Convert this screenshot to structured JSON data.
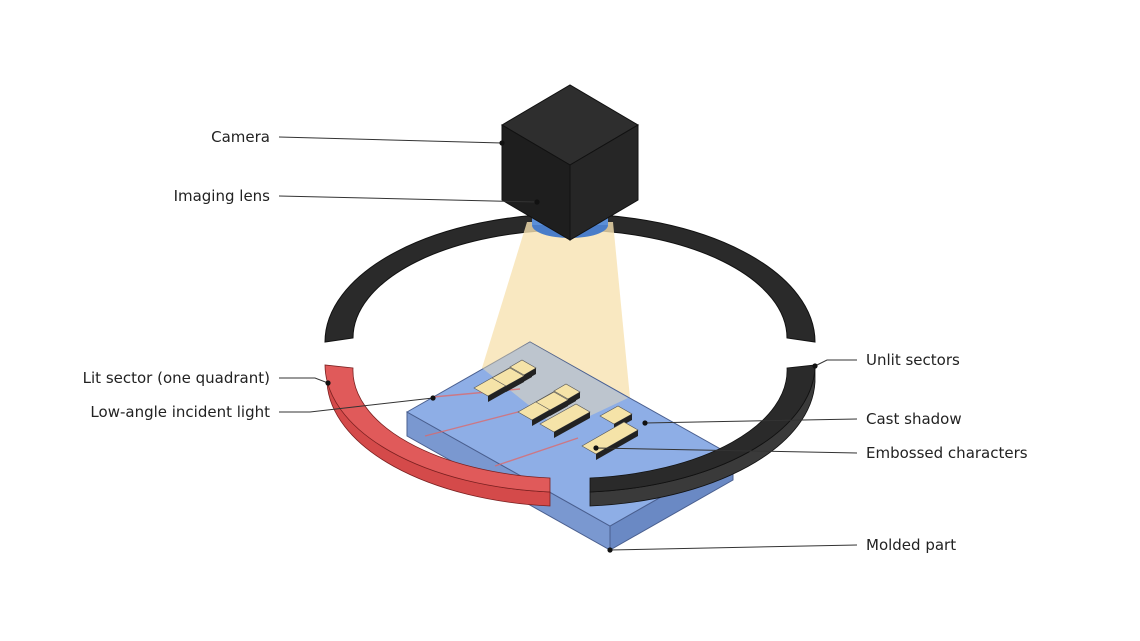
{
  "labels": {
    "camera": "Camera",
    "imaging_lens": "Imaging lens",
    "lit_sector": "Lit sector (one quadrant)",
    "incident_light": "Low-angle incident light",
    "unlit_sectors": "Unlit sectors",
    "cast_shadow": "Cast shadow",
    "embossed_characters": "Embossed characters",
    "molded_part": "Molded part"
  },
  "colors": {
    "camera_body": "#262626",
    "lens": "#5b8fd8",
    "ring_unlit": "#2a2a2a",
    "ring_lit": "#e05a5a",
    "part": "#8eaee6",
    "light_cone": "#f7e2b2",
    "char_highlight": "#f5e3a8",
    "char_shadow": "#222222"
  }
}
